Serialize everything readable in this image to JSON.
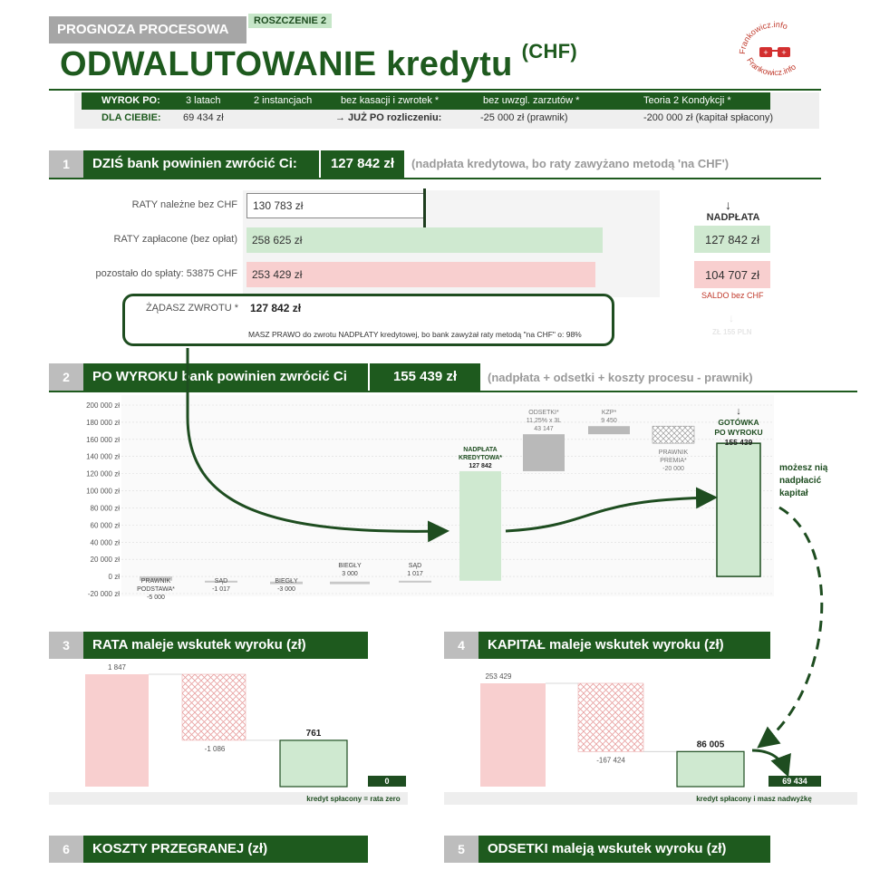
{
  "header": {
    "tag": "PROGNOZA PROCESOWA",
    "claim_tag": "ROSZCZENIE 2",
    "title": "ODWALUTOWANIE kredytu",
    "title_sup": "(CHF)",
    "logo_text": "Frankowicz.info"
  },
  "summary": {
    "row1": {
      "label": "WYROK PO:",
      "c1": "3 latach",
      "c2": "2 instancjach",
      "c3": "bez kasacji i zwrotek *",
      "c4": "bez uwzgl. zarzutów *",
      "c5": "Teoria 2 Kondykcji  *"
    },
    "row2": {
      "label": "DLA CIEBIE:",
      "c1": "69 434 zł",
      "c2": "→ JUŻ PO rozliczeniu:",
      "c3": "-25 000 zł (prawnik)",
      "c4": "-200 000 zł (kapitał spłacony)"
    }
  },
  "section1": {
    "num": "1",
    "title": "DZIŚ bank powinien zwrócić Ci:",
    "amount": "127 842 zł",
    "note": "(nadpłata kredytowa, bo raty zawyżano metodą 'na CHF')",
    "rows": [
      {
        "label": "RATY należne bez CHF",
        "value": "130 783 zł"
      },
      {
        "label": "RATY zapłacone (bez opłat)",
        "value": "258 625 zł"
      },
      {
        "label": "pozostało do spłaty: 53875 CHF",
        "value": "253 429 zł"
      }
    ],
    "arrow": "↓",
    "side_title": "NADPŁATA",
    "side_overpaid": "127 842 zł",
    "side_balance": "104 707 zł",
    "side_balance_note": "SALDO bez CHF",
    "claim_label": "ŻĄDASZ ZWROTU *",
    "claim_value": "127 842 zł",
    "claim_note": "MASZ PRAWO do zwrotu NADPŁATY kredytowej, bo bank zawyżał raty metodą \"na CHF\" o:  98%",
    "faded_arrow": "↓",
    "faded_note": "ZŁ 155 PLN"
  },
  "section2": {
    "num": "2",
    "title": "PO WYROKU  bank powinien zwrócić Ci",
    "amount": "155 439 zł",
    "note": "(nadpłata + odsetki + koszty procesu - prawnik)",
    "side_note": [
      "możesz nią",
      "nadpłacić",
      "kapitał"
    ]
  },
  "section3": {
    "num": "3",
    "title": "RATA maleje wskutek wyroku (zł)",
    "footnote": "kredyt spłacony = rata zero"
  },
  "section4": {
    "num": "4",
    "title": "KAPITAŁ maleje wskutek wyroku  (zł)",
    "footnote": "kredyt spłacony i masz nadwyżkę"
  },
  "section6": {
    "num": "6",
    "title": "KOSZTY PRZEGRANEJ (zł)"
  },
  "section5": {
    "num": "5",
    "title": "ODSETKI maleją wskutek wyroku (zł)"
  },
  "chart_data": [
    {
      "type": "bar",
      "subtype": "waterfall",
      "yticks": [
        "200 000 zł",
        "180 000 zł",
        "160 000 zł",
        "140 000 zł",
        "120 000 zł",
        "100 000 zł",
        "80 000 zł",
        "60 000 zł",
        "40 000 zł",
        "20 000 zł",
        "0 zł",
        "-20 000 zł"
      ],
      "ylim": [
        -20000,
        200000
      ],
      "steps": [
        {
          "label": [
            "PRAWNIK",
            "PODSTAWA*"
          ],
          "value": -5000,
          "value_label": "-5 000",
          "base": 0,
          "style": "grey"
        },
        {
          "label": [
            "SĄD"
          ],
          "value": -1017,
          "value_label": "-1 017",
          "base": -5000,
          "style": "grey"
        },
        {
          "label": [
            "BIEGŁY"
          ],
          "value": -3000,
          "value_label": "-3 000",
          "base": -6017,
          "style": "grey"
        },
        {
          "label": [
            "BIEGŁY"
          ],
          "value": 3000,
          "value_label": "3 000",
          "base": -9017,
          "style": "grey"
        },
        {
          "label": [
            "SĄD"
          ],
          "value": 1017,
          "value_label": "1 017",
          "base": -6017,
          "style": "grey"
        },
        {
          "label": [
            "NADPŁATA",
            "KREDYTOWA*"
          ],
          "value": 127842,
          "value_label": "127 842",
          "base": -5000,
          "style": "green"
        },
        {
          "label": [
            "ODSETKI*",
            "11,25% x 3L"
          ],
          "value": 43147,
          "value_label": "43 147",
          "base": 122842,
          "style": "greybar"
        },
        {
          "label": [
            "KZP*"
          ],
          "value": 9450,
          "value_label": "9 450",
          "base": 165989,
          "style": "greybar"
        },
        {
          "label": [
            "PRAWNIK",
            "PREMIA*"
          ],
          "value": -20000,
          "value_label": "-20 000",
          "base": 175439,
          "style": "hatch"
        },
        {
          "label": [
            "GOTÓWKA",
            "PO WYROKU"
          ],
          "value": 155439,
          "value_label": "155 439",
          "base": 0,
          "style": "total",
          "arrow": "↓"
        }
      ]
    },
    {
      "type": "bar",
      "subtype": "waterfall",
      "steps": [
        {
          "value": 1847,
          "value_label": "1 847",
          "style": "start"
        },
        {
          "value": -1086,
          "value_label": "-1 086",
          "style": "hatch"
        },
        {
          "value": 761,
          "value_label": "761",
          "style": "result"
        },
        {
          "value": 0,
          "value_label": "0",
          "style": "zero"
        }
      ]
    },
    {
      "type": "bar",
      "subtype": "waterfall",
      "steps": [
        {
          "value": 253429,
          "value_label": "253 429",
          "style": "start"
        },
        {
          "value": -167424,
          "value_label": "-167 424",
          "style": "hatch"
        },
        {
          "value": 86005,
          "value_label": "86 005",
          "style": "result"
        },
        {
          "value": 69434,
          "value_label": "69 434",
          "style": "surplus"
        }
      ]
    }
  ]
}
